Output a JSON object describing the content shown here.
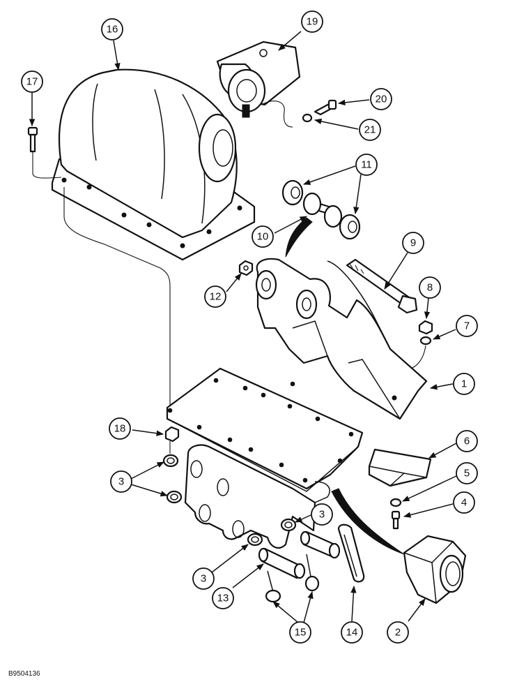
{
  "figure_code": "B9504136",
  "callouts": {
    "c1": "1",
    "c2": "2",
    "c3a": "3",
    "c3b": "3",
    "c3c": "3",
    "c4": "4",
    "c5": "5",
    "c6": "6",
    "c7": "7",
    "c8": "8",
    "c9": "9",
    "c10": "10",
    "c11": "11",
    "c12": "12",
    "c13": "13",
    "c14": "14",
    "c15": "15",
    "c16": "16",
    "c17": "17",
    "c18": "18",
    "c19": "19",
    "c20": "20",
    "c21": "21"
  },
  "colors": {
    "ink": "#111111",
    "paper": "#ffffff"
  }
}
